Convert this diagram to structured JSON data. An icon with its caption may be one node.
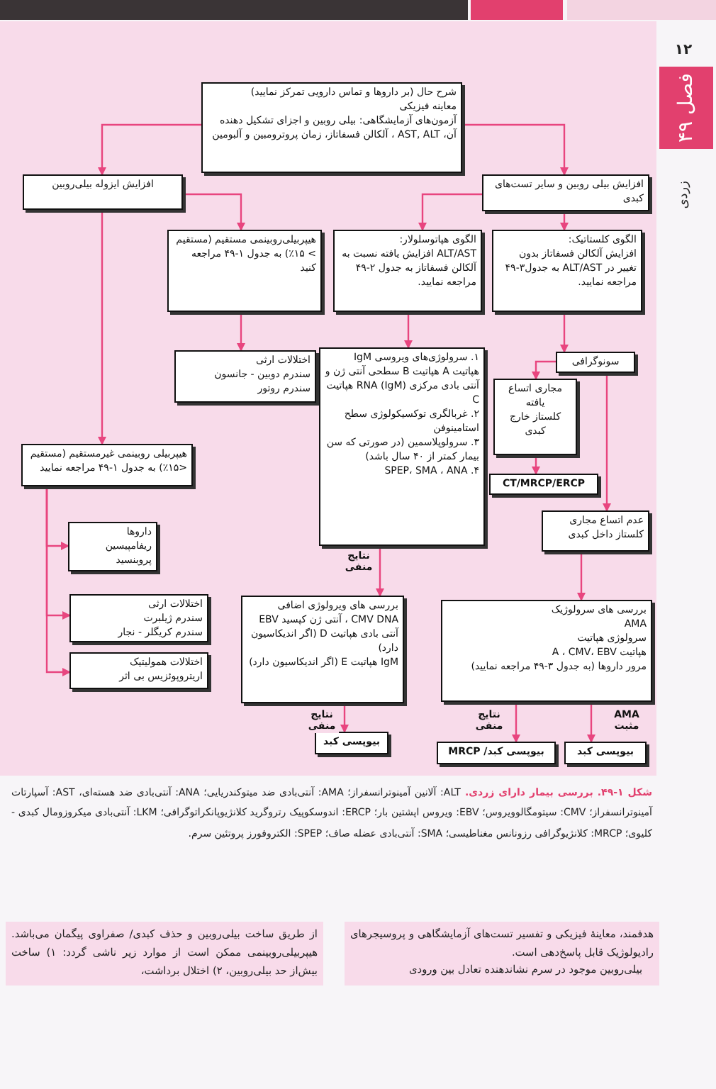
{
  "diagram": {
    "title": "شکل ۱-۴۹. بررسی بیمار دارای زردی.",
    "caption": "ALT: آلانین آمینوترانسفراز؛ AMA: آنتی‌بادی ضد میتوکندریایی؛ ANA: آنتی‌بادی ضد هسته‌ای، AST: آسپارتات آمینوترانسفراز؛ CMV: سیتومگالوویروس؛ EBV: ویروس اپشتین بار؛ ERCP: اندوسکوپیک رتروگرید کلانژیوپانکراتوگرافی؛ LKM: آنتی‌بادی میکروزومال کبدی - کلیوی؛ MRCP: کلانژیوگرافی رزونانس مغناطیسی؛ SMA: آنتی‌بادی عضله صاف؛ SPEP: الکتروفورز پروتئین سرم.",
    "nodes": [
      {
        "text": [
          "شرح حال (بر داروها و تماس دارویی تمرکز نمایید)",
          "معاینه فیزیکی",
          "آزمون‌های آزمایشگاهی: بیلی روبین و اجزای تشکیل دهنده آن، AST, ALT ، آلکالن فسفاتاز، زمان پروترومبین و آلبومین"
        ]
      },
      {
        "text": [
          "افزایش ایزوله بیلی‌روبین"
        ]
      },
      {
        "text": [
          "افزایش بیلی روبین و سایر تست‌های کبدی"
        ]
      },
      {
        "text": [
          "هیپربیلی‌روبینمی مستقیم (مستقیم > ۱۵٪) به جدول ۱-۴۹ مراجعه کنید"
        ]
      },
      {
        "text": [
          "الگوی هپاتوسلولار:",
          "ALT/AST افزایش یافته نسبت به آلکالن فسفاتاز به جدول ۲-۴۹ مراجعه نمایید."
        ]
      },
      {
        "text": [
          "الگوی کلستاتیک:",
          "افزایش آلکالن فسفاتاز بدون تغییر در ALT/AST به جدول۳-۴۹ مراجعه نمایید."
        ]
      },
      {
        "text": [
          "اختلالات ارثی",
          "سندرم دوبین - جانسون",
          "سندرم روتور"
        ]
      },
      {
        "text": [
          "۱. سرولوژی‌های ویروسی IgM هپاتیت A هپاتیت B سطحی آنتی ژن و آنتی بادی مرکزی (IgM) RNA هپاتیت C",
          "۲. غربالگری توکسیکولوژی سطح استامینوفن",
          "۳. سرولوپلاسمین (در صورتی که سن بیمار کمتر از ۴۰ سال باشد)",
          "۴. SPEP، SMA ، ANA"
        ]
      },
      {
        "text": [
          "سونوگرافی"
        ]
      },
      {
        "text": [
          "مجاری اتساع یافته",
          "کلستاز خارج کبدی"
        ]
      },
      {
        "text": [
          "CT/MRCP/ERCP"
        ]
      },
      {
        "text": [
          "هیپربیلی روبینمی غیرمستقیم (مستقیم <۱۵٪) به جدول ۱-۴۹ مراجعه نمایید"
        ]
      },
      {
        "text": [
          "عدم اتساع مجاری کلستاز داخل کبدی"
        ]
      },
      {
        "text": [
          "داروها",
          "ریفامپیسین",
          "پروبنسید"
        ]
      },
      {
        "text": [
          "اختلالات ارثی",
          "سندرم ژیلبرت",
          "سندرم کریگلر - نجار"
        ]
      },
      {
        "text": [
          "اختلالات همولیتیک",
          "اریتروپوئزیس بی اثر"
        ]
      },
      {
        "text": [
          "بررسی های ویرولوژی اضافی",
          "CMV DNA ، آنتی ژن کپسید EBV",
          "آنتی بادی هپاتیت D (اگر اندیکاسیون دارد)",
          "IgM هپاتیت E (اگر اندیکاسیون دارد)"
        ]
      },
      {
        "text": [
          "بررسی های سرولوژیک",
          "AMA",
          "سرولوژی هپاتیت",
          "هپاتیت A ، CMV، EBV",
          "مرور داروها (به جدول ۳-۴۹ مراجعه نمایید)"
        ]
      },
      {
        "text": [
          "بیوپسی کبد"
        ]
      },
      {
        "text": [
          "بیوپسی کبد/ MRCP"
        ]
      },
      {
        "text": [
          "بیوپسی کبد"
        ]
      },
      {
        "text": [
          "فصل ۴۹"
        ]
      }
    ],
    "edges": [
      {
        "from": 0,
        "to": 1,
        "arrow": "to"
      },
      {
        "from": 0,
        "to": 2,
        "arrow": "to"
      },
      {
        "from": 1,
        "to": 3,
        "arrow": "to"
      },
      {
        "from": 1,
        "to": 11,
        "arrow": "to"
      },
      {
        "from": 2,
        "to": 4,
        "arrow": "to"
      },
      {
        "from": 2,
        "to": 5,
        "arrow": "to"
      },
      {
        "from": 3,
        "to": 6,
        "arrow": "to"
      },
      {
        "from": 4,
        "to": 7,
        "arrow": "to"
      },
      {
        "from": 5,
        "to": 8,
        "arrow": "to"
      },
      {
        "from": 8,
        "to": 9,
        "arrow": "to"
      },
      {
        "from": 8,
        "to": 12,
        "arrow": "to"
      },
      {
        "from": 9,
        "to": 10,
        "arrow": "to"
      },
      {
        "from": 7,
        "to": 16,
        "arrow": "to",
        "label": "نتایج منفی"
      },
      {
        "from": 11,
        "to": 13,
        "arrow": "to"
      },
      {
        "from": 11,
        "to": 14,
        "arrow": "to"
      },
      {
        "from": 11,
        "to": 15,
        "arrow": "to"
      },
      {
        "from": 12,
        "to": 17,
        "arrow": "to"
      },
      {
        "from": 16,
        "to": 18,
        "arrow": "to",
        "label": "نتایج منفی"
      },
      {
        "from": 17,
        "to": 19,
        "arrow": "to",
        "label": "نتایج منفی"
      },
      {
        "from": 17,
        "to": 20,
        "arrow": "to",
        "label": "AMA مثبت"
      }
    ],
    "labels": [
      "۱۲",
      "زردی",
      "هدفمند، معاینهٔ فیزیکی و تفسیر تست‌های آزمایشگاهی و پروسیجرهای رادیولوژیک قابل پاسخ‌دهی است.",
      "بیلی‌روبین موجود در سرم نشاندهنده تعادل بین ورودی",
      "از طریق ساخت بیلی‌روبین و حذف کبدی/ صفراوی پیگمان می‌باشد. هیپربیلی‌روبینمی ممکن است از موارد زیر ناشی گردد: ۱) ساخت بیش‌از حد بیلی‌روبین، ۲) اختلال برداشت،"
    ]
  }
}
